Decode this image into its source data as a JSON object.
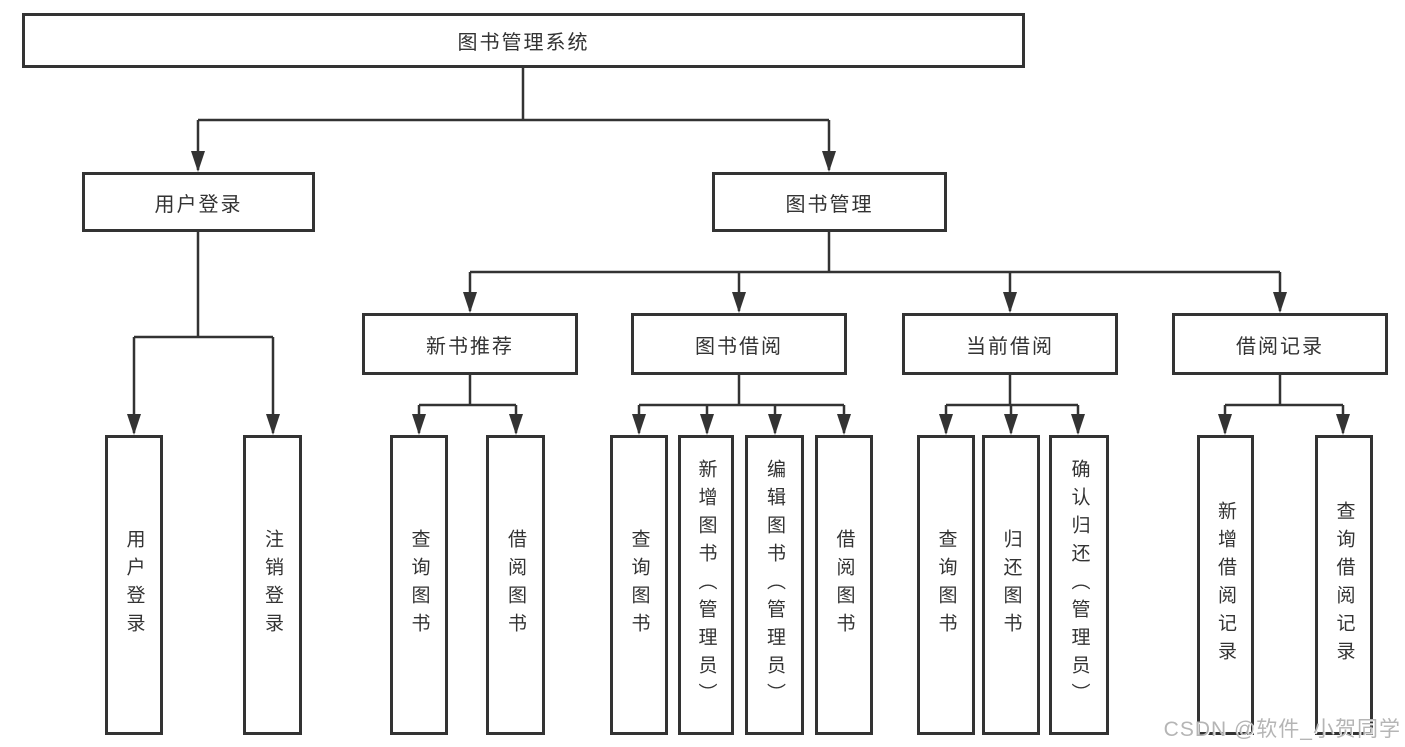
{
  "diagram": {
    "title_node": "图书管理系统",
    "level2": {
      "user_login": "用户登录",
      "book_management": "图书管理"
    },
    "level3": {
      "new_book_recommend": "新书推荐",
      "book_borrowing": "图书借阅",
      "current_borrowing": "当前借阅",
      "borrow_records": "借阅记录"
    },
    "leaves": {
      "user_login": [
        "用户登录",
        "注销登录"
      ],
      "new_book_recommend": [
        "查询图书",
        "借阅图书"
      ],
      "book_borrowing": [
        "查询图书",
        "新增图书（管理员）",
        "编辑图书（管理员）",
        "借阅图书"
      ],
      "current_borrowing": [
        "查询图书",
        "归还图书",
        "确认归还（管理员）"
      ],
      "borrow_records": [
        "新增借阅记录",
        "查询借阅记录"
      ]
    },
    "colors": {
      "line": "#333333",
      "text": "#333333",
      "watermark_text": "#b5b5b5",
      "background": "#ffffff"
    },
    "watermark": "CSDN @软件_小贺同学"
  }
}
